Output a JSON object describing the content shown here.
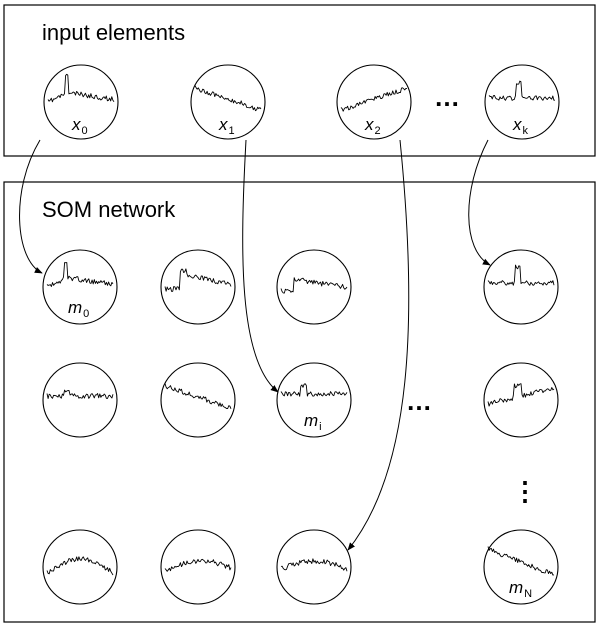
{
  "input_panel": {
    "title": "input elements",
    "ellipsis": "…",
    "nodes": [
      {
        "var": "x",
        "sub": "0",
        "shape": "spike-early"
      },
      {
        "var": "x",
        "sub": "1",
        "shape": "decline"
      },
      {
        "var": "x",
        "sub": "2",
        "shape": "rise"
      },
      {
        "var": "x",
        "sub": "k",
        "shape": "flat-spike"
      }
    ]
  },
  "som_panel": {
    "title": "SOM network",
    "ellipsis_h": "…",
    "ellipsis_v": "⋮",
    "labels": {
      "m0": {
        "var": "m",
        "sub": "0"
      },
      "mi": {
        "var": "m",
        "sub": "i"
      },
      "mN": {
        "var": "m",
        "sub": "N"
      }
    },
    "rows": [
      [
        "spike-early",
        "step-rise",
        "small-rise",
        "flat-spike"
      ],
      [
        "flat-noise",
        "decline",
        "bump",
        "rise-bump"
      ],
      [
        "hump",
        "wave",
        "flat-bump",
        "decline-steep"
      ]
    ]
  }
}
